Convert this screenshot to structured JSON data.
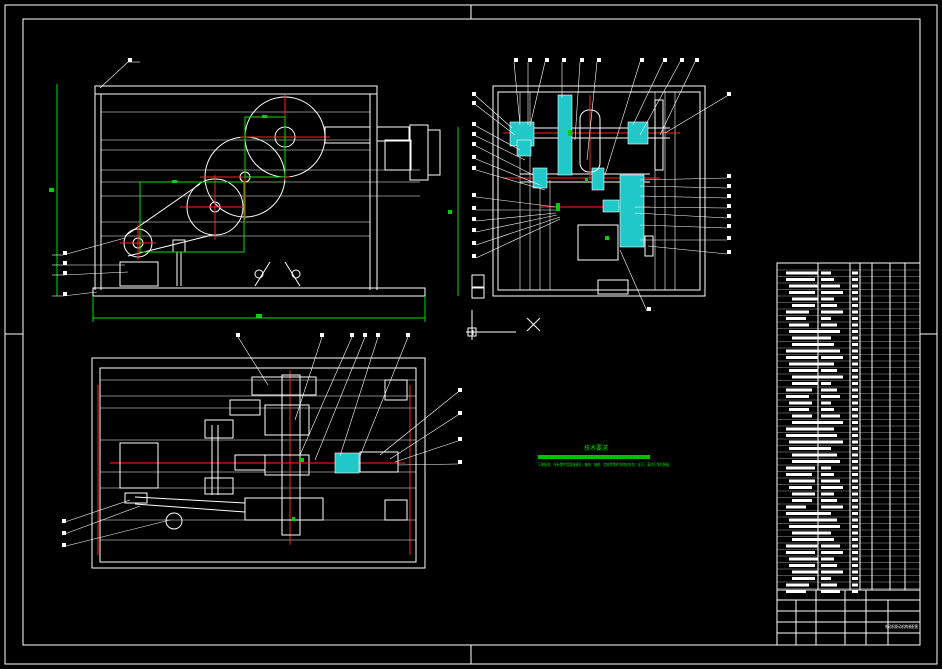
{
  "drawing": {
    "colors": {
      "background": "#000000",
      "linework": "#ffffff",
      "centerlines": "#ff2020",
      "dimensions": "#00e000",
      "section_hatch": "#20c8c8"
    },
    "technical_notes": {
      "title": "技术要求",
      "body": "1.装配前，所有零件用煤油清洗，箱体、轴承、齿轮等零件须除去毛刺，去污，清洗干净后装配。"
    },
    "title_block": {
      "drawing_title": "电动机驱动机构装配图"
    }
  }
}
